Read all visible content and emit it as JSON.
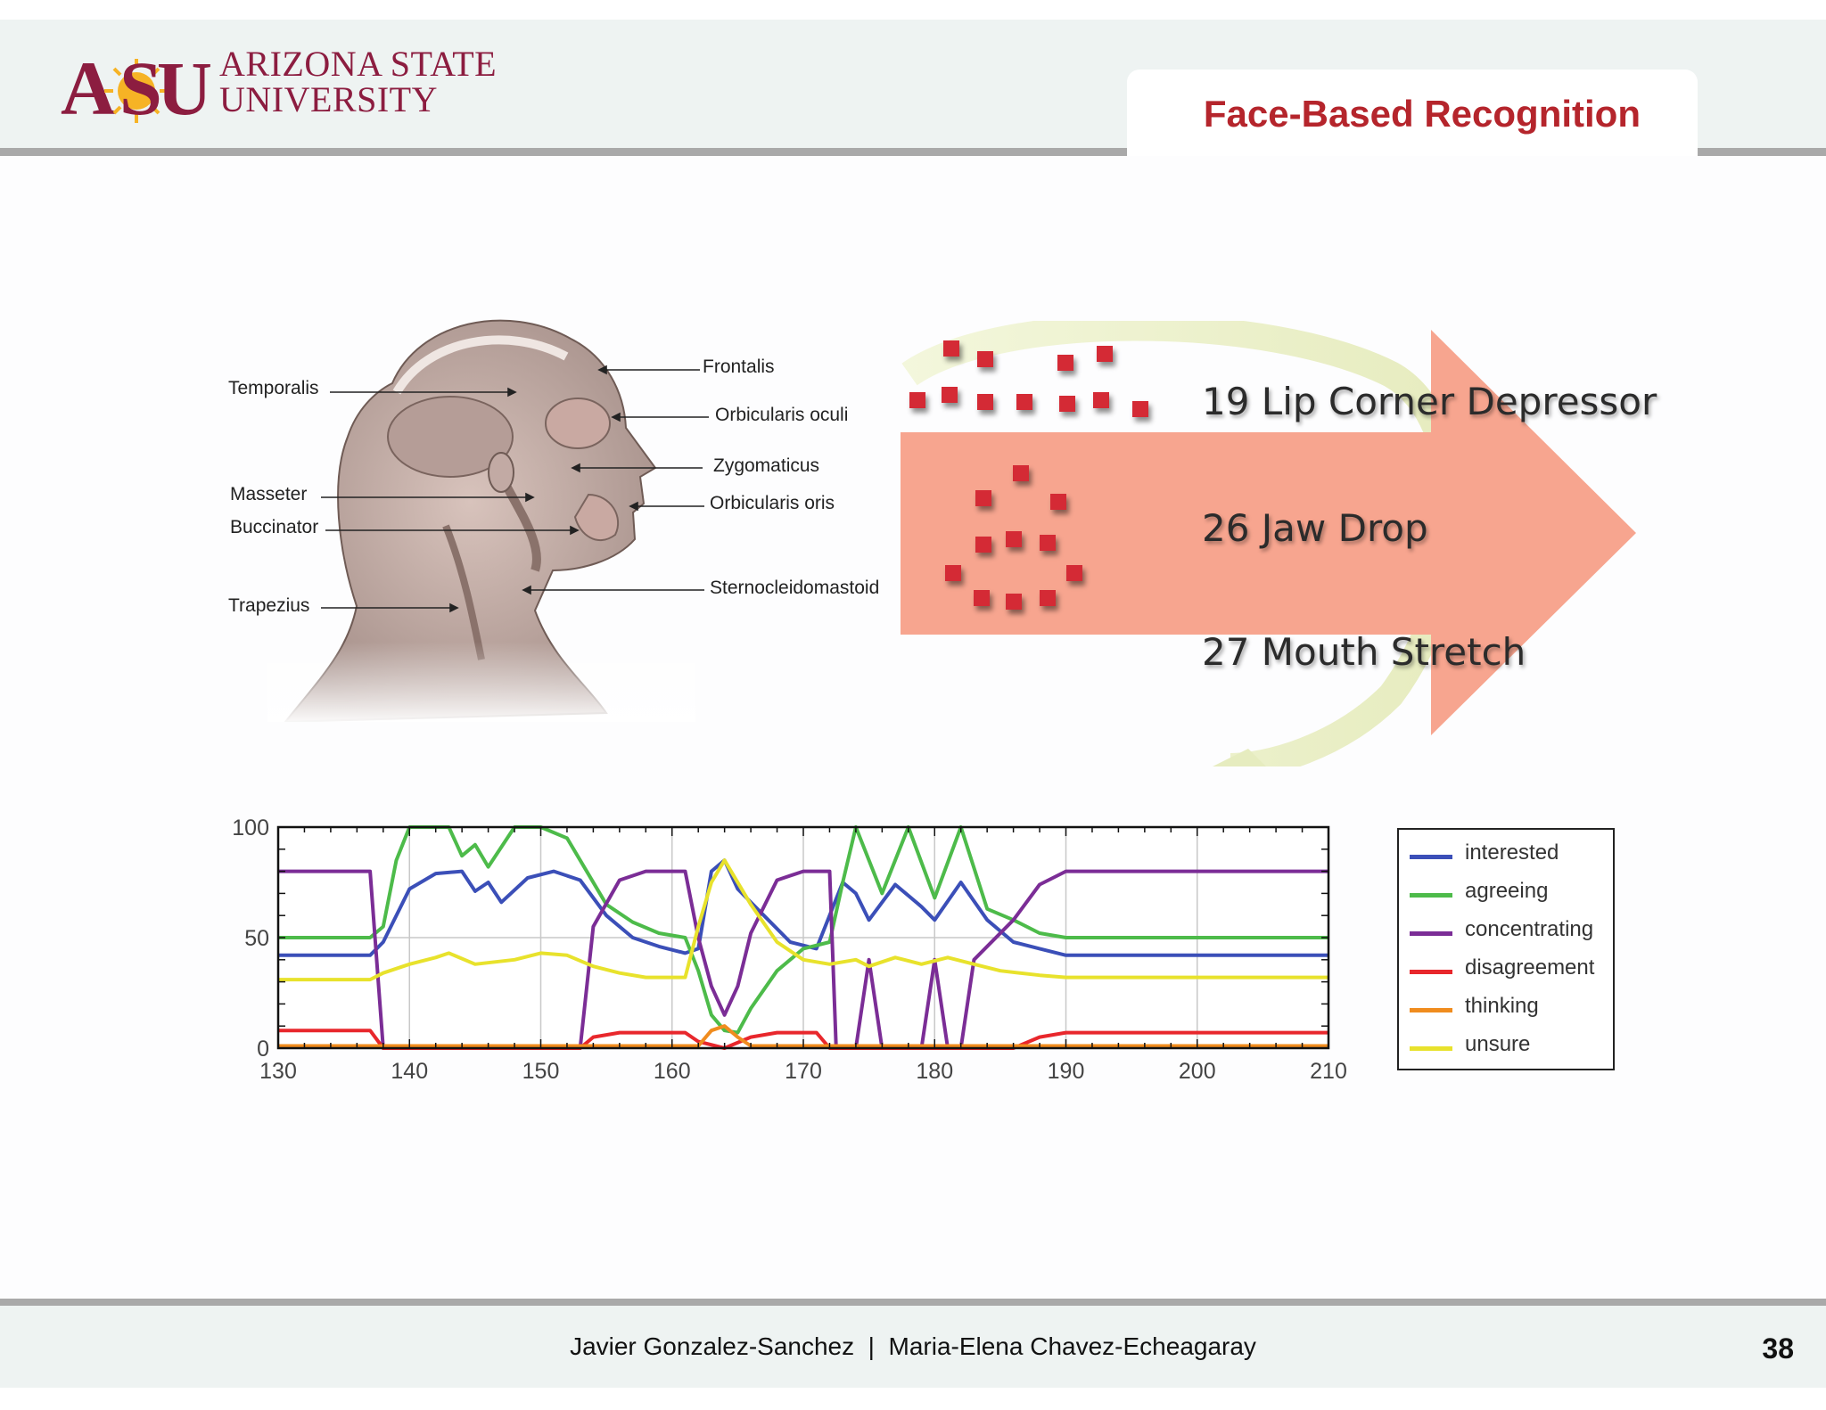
{
  "logo": {
    "line1": "ARIZONA STATE",
    "line2": "UNIVERSITY",
    "mark": "ASU"
  },
  "slide_title": "Face-Based Recognition",
  "anatomy_labels": {
    "temporalis": "Temporalis",
    "frontalis": "Frontalis",
    "orbicularis_oculi": "Orbicularis oculi",
    "zygomaticus": "Zygomaticus",
    "masseter": "Masseter",
    "orbicularis_oris": "Orbicularis oris",
    "buccinator": "Buccinator",
    "sternocleidomastoid": "Sternocleidomastoid",
    "trapezius": "Trapezius"
  },
  "action_units": [
    {
      "label": "19 Lip Corner Depressor"
    },
    {
      "label": "26 Jaw Drop"
    },
    {
      "label": "27 Mouth Stretch"
    }
  ],
  "colors": {
    "accent": "#8c1d40",
    "title": "#b5252c",
    "gold": "#f6b325",
    "arrow": "#f7a58f",
    "dots": "#d42b34"
  },
  "chart_data": {
    "type": "line",
    "xlim": [
      130,
      210
    ],
    "ylim": [
      0,
      100
    ],
    "x_ticks": [
      130,
      140,
      150,
      160,
      170,
      180,
      190,
      200,
      210
    ],
    "y_ticks": [
      0,
      50,
      100
    ],
    "grid": true,
    "legend_position": "right",
    "series": [
      {
        "name": "interested",
        "color": "#3b4fb8",
        "points": [
          [
            130,
            42
          ],
          [
            137,
            42
          ],
          [
            138,
            48
          ],
          [
            140,
            72
          ],
          [
            142,
            79
          ],
          [
            144,
            80
          ],
          [
            145,
            71
          ],
          [
            146,
            75
          ],
          [
            147,
            66
          ],
          [
            149,
            77
          ],
          [
            151,
            80
          ],
          [
            153,
            76
          ],
          [
            155,
            60
          ],
          [
            157,
            50
          ],
          [
            159,
            46
          ],
          [
            161,
            43
          ],
          [
            162,
            45
          ],
          [
            163,
            80
          ],
          [
            164,
            85
          ],
          [
            165,
            72
          ],
          [
            167,
            60
          ],
          [
            169,
            48
          ],
          [
            171,
            45
          ],
          [
            173,
            75
          ],
          [
            174,
            70
          ],
          [
            175,
            58
          ],
          [
            177,
            74
          ],
          [
            179,
            64
          ],
          [
            180,
            58
          ],
          [
            182,
            75
          ],
          [
            184,
            58
          ],
          [
            186,
            48
          ],
          [
            188,
            45
          ],
          [
            190,
            42
          ],
          [
            210,
            42
          ]
        ]
      },
      {
        "name": "agreeing",
        "color": "#4dbb4a",
        "points": [
          [
            130,
            50
          ],
          [
            137,
            50
          ],
          [
            138,
            55
          ],
          [
            139,
            85
          ],
          [
            140,
            100
          ],
          [
            143,
            100
          ],
          [
            144,
            87
          ],
          [
            145,
            92
          ],
          [
            146,
            82
          ],
          [
            148,
            100
          ],
          [
            150,
            100
          ],
          [
            152,
            95
          ],
          [
            153,
            85
          ],
          [
            155,
            65
          ],
          [
            157,
            57
          ],
          [
            159,
            52
          ],
          [
            161,
            50
          ],
          [
            162,
            35
          ],
          [
            163,
            15
          ],
          [
            164,
            8
          ],
          [
            165,
            7
          ],
          [
            166,
            18
          ],
          [
            168,
            35
          ],
          [
            170,
            45
          ],
          [
            172,
            48
          ],
          [
            173,
            75
          ],
          [
            174,
            100
          ],
          [
            176,
            70
          ],
          [
            178,
            100
          ],
          [
            180,
            68
          ],
          [
            182,
            100
          ],
          [
            184,
            63
          ],
          [
            186,
            58
          ],
          [
            188,
            52
          ],
          [
            190,
            50
          ],
          [
            210,
            50
          ]
        ]
      },
      {
        "name": "concentrating",
        "color": "#7b2d96",
        "points": [
          [
            130,
            80
          ],
          [
            136,
            80
          ],
          [
            137,
            80
          ],
          [
            138,
            0
          ],
          [
            152,
            0
          ],
          [
            153,
            0
          ],
          [
            154,
            55
          ],
          [
            156,
            76
          ],
          [
            158,
            80
          ],
          [
            161,
            80
          ],
          [
            162,
            50
          ],
          [
            163,
            28
          ],
          [
            164,
            15
          ],
          [
            165,
            28
          ],
          [
            166,
            52
          ],
          [
            168,
            76
          ],
          [
            170,
            80
          ],
          [
            172,
            80
          ],
          [
            172.5,
            0
          ],
          [
            174,
            0
          ],
          [
            175,
            40
          ],
          [
            176,
            0
          ],
          [
            179,
            0
          ],
          [
            180,
            40
          ],
          [
            181,
            0
          ],
          [
            182,
            0
          ],
          [
            183,
            40
          ],
          [
            186,
            58
          ],
          [
            188,
            74
          ],
          [
            190,
            80
          ],
          [
            210,
            80
          ]
        ]
      },
      {
        "name": "disagreement",
        "color": "#e8272c",
        "points": [
          [
            130,
            8
          ],
          [
            137,
            8
          ],
          [
            138,
            0
          ],
          [
            153,
            0
          ],
          [
            154,
            5
          ],
          [
            156,
            7
          ],
          [
            160,
            7
          ],
          [
            161,
            7
          ],
          [
            162,
            3
          ],
          [
            164,
            0
          ],
          [
            166,
            5
          ],
          [
            168,
            7
          ],
          [
            171,
            7
          ],
          [
            172,
            0
          ],
          [
            186,
            0
          ],
          [
            188,
            5
          ],
          [
            190,
            7
          ],
          [
            210,
            7
          ]
        ]
      },
      {
        "name": "thinking",
        "color": "#f08c1e",
        "points": [
          [
            130,
            1
          ],
          [
            162,
            1
          ],
          [
            163,
            8
          ],
          [
            164,
            10
          ],
          [
            165,
            5
          ],
          [
            166,
            1
          ],
          [
            210,
            1
          ]
        ]
      },
      {
        "name": "unsure",
        "color": "#e8e22c",
        "points": [
          [
            130,
            31
          ],
          [
            137,
            31
          ],
          [
            138,
            34
          ],
          [
            140,
            38
          ],
          [
            142,
            41
          ],
          [
            143,
            43
          ],
          [
            145,
            38
          ],
          [
            148,
            40
          ],
          [
            150,
            43
          ],
          [
            152,
            42
          ],
          [
            154,
            37
          ],
          [
            156,
            34
          ],
          [
            158,
            32
          ],
          [
            161,
            32
          ],
          [
            162,
            55
          ],
          [
            163,
            75
          ],
          [
            164,
            85
          ],
          [
            166,
            65
          ],
          [
            168,
            48
          ],
          [
            170,
            40
          ],
          [
            172,
            38
          ],
          [
            174,
            40
          ],
          [
            175,
            37
          ],
          [
            177,
            41
          ],
          [
            179,
            38
          ],
          [
            181,
            41
          ],
          [
            183,
            38
          ],
          [
            185,
            35
          ],
          [
            188,
            33
          ],
          [
            190,
            32
          ],
          [
            210,
            32
          ]
        ]
      }
    ]
  },
  "footer": {
    "authors": "Javier Gonzalez-Sanchez  |  Maria-Elena Chavez-Echeagaray",
    "page": "38"
  }
}
